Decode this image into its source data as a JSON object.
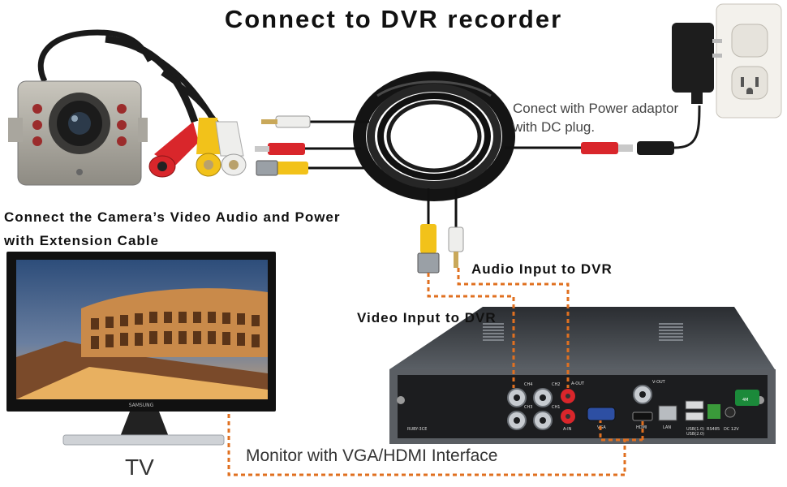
{
  "title": "Connect to DVR recorder",
  "labels": {
    "power_adaptor_line1": "Conect with Power adaptor",
    "power_adaptor_line2": "with DC plug.",
    "camera_connect_line1": "Connect the Camera’s Video Audio and Power",
    "camera_connect_line2": "with Extension Cable",
    "audio_input": "Audio Input to DVR",
    "video_input": "Video Input to DVR",
    "monitor": "Monitor with VGA/HDMI Interface",
    "tv": "TV"
  },
  "tv_brand": "SAMSUNG",
  "dvr_ports": {
    "ch4": "CH4",
    "ch2": "CH2",
    "ch3": "CH3",
    "ch1": "CH1",
    "a_out": "A-OUT",
    "a_in": "A-IN",
    "v_out": "V-OUT",
    "vga": "VGA",
    "hdmi": "HDMI",
    "lan": "LAN",
    "usb1": "USB(1.0)",
    "usb2": "USB(2.0)",
    "rs485": "RS485",
    "dc": "DC 12V",
    "model": "RUBY-3CE",
    "badge": "4M"
  },
  "colors": {
    "cable_dash": "#e07020",
    "dvr_body": "#55595e",
    "dvr_panel": "#1c1d1f",
    "video_yellow": "#f2c21a",
    "audio_red": "#d9262b",
    "audio_white": "#eeeeec"
  }
}
